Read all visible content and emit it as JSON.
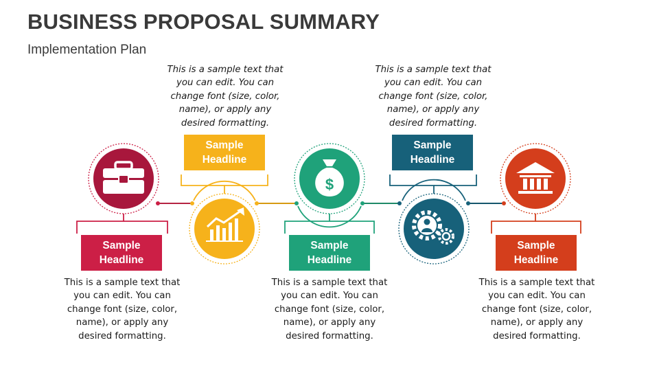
{
  "title": "BUSINESS PROPOSAL SUMMARY",
  "subtitle": "Implementation Plan",
  "steps": [
    {
      "headline": "Sample\nHeadline",
      "text": "This is a sample text that you can edit. You can change font (size, color, name), or apply any desired formatting.",
      "color": "#cc1f46",
      "icon": "briefcase-icon"
    },
    {
      "headline": "Sample\nHeadline",
      "text": "This is a sample text that you can edit. You can change font (size, color, name), or apply any desired formatting.",
      "color": "#f6b21b",
      "icon": "growth-chart-icon"
    },
    {
      "headline": "Sample\nHeadline",
      "text": "This is a sample text that you can edit. You can change font (size, color, name), or apply any desired formatting.",
      "color": "#1fa27a",
      "icon": "money-bag-icon"
    },
    {
      "headline": "Sample\nHeadline",
      "text": "This is a sample text that you can edit. You can change font (size, color, name), or apply any desired formatting.",
      "color": "#17617a",
      "icon": "gears-person-icon"
    },
    {
      "headline": "Sample\nHeadline",
      "text": "This is a sample text that you can edit. You can change font (size, color, name), or apply any desired formatting.",
      "color": "#d43e1c",
      "icon": "bank-icon"
    }
  ],
  "icon_labels": {
    "money_symbol": "$"
  }
}
